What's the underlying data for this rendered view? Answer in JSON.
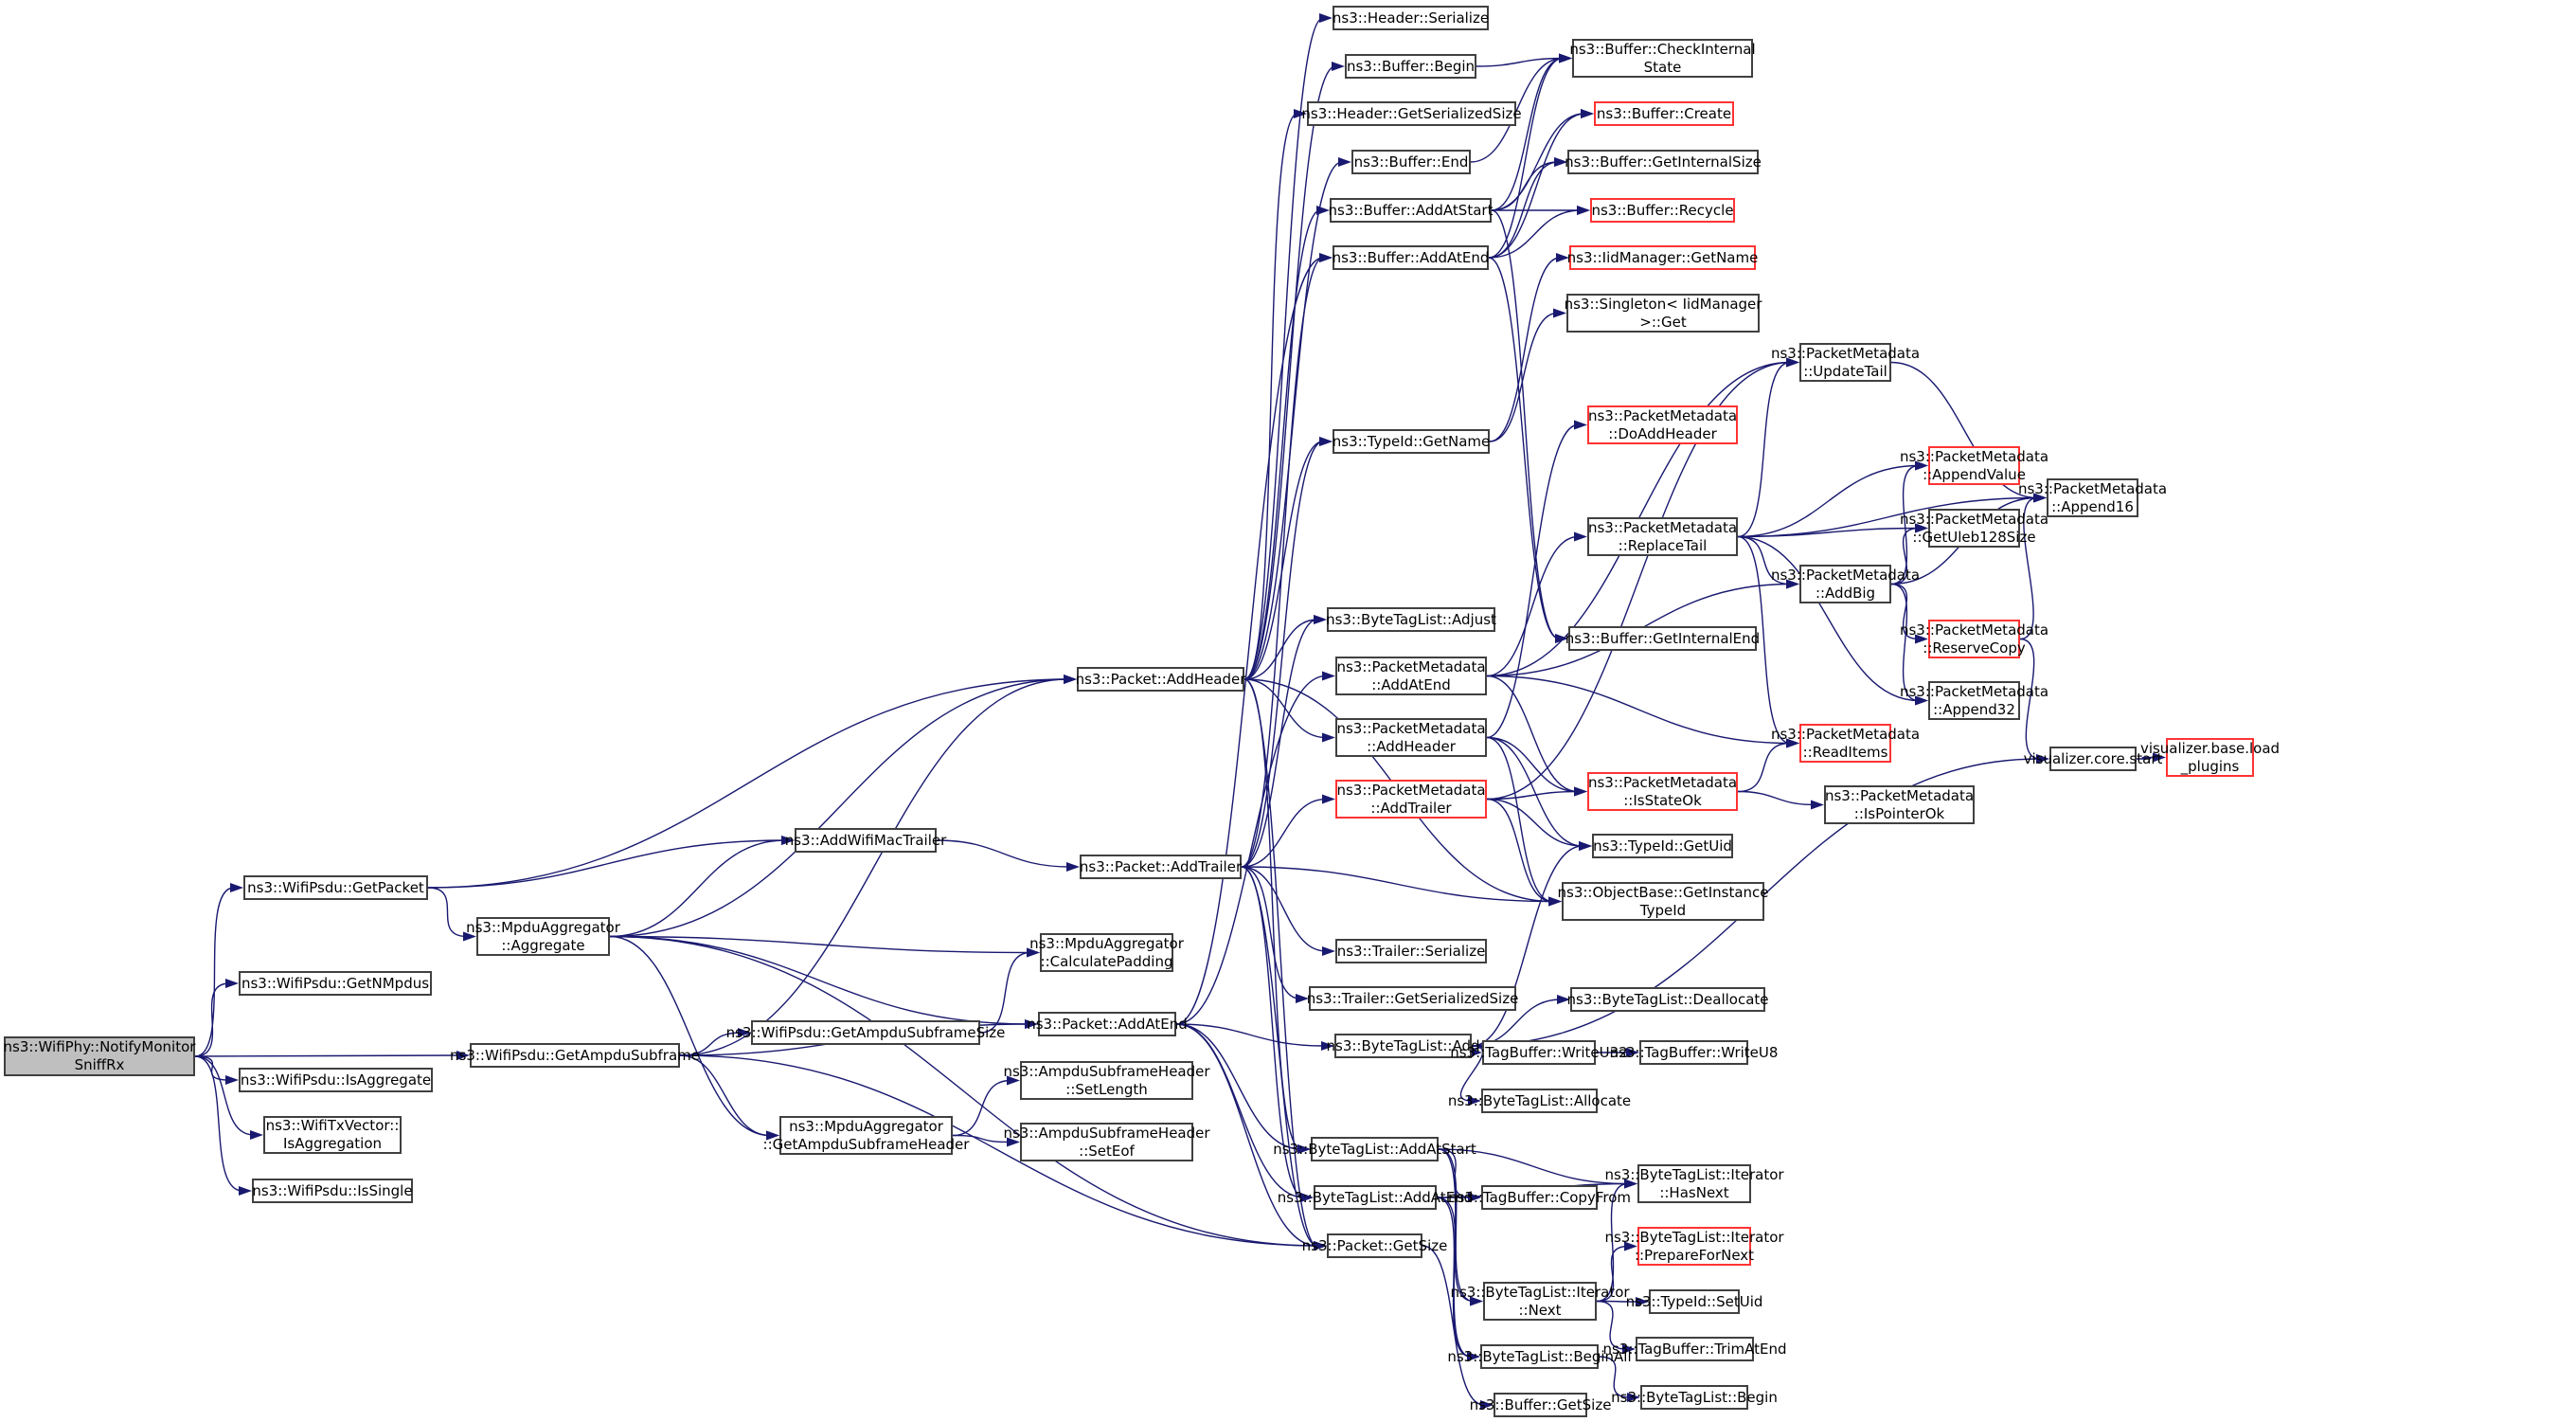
{
  "title": "ns3::WifiPhy::NotifyMonitorSniffRx call graph",
  "colors": {
    "edge": "#191970",
    "border": "#404040",
    "truncated_border": "#ff3333",
    "root_fill": "#bfbfbf"
  },
  "nodes": [
    {
      "id": "root",
      "label": "ns3::WifiPhy::NotifyMonitor\nSniffRx",
      "root": true
    },
    {
      "id": "getPacket",
      "label": "ns3::WifiPsdu::GetPacket"
    },
    {
      "id": "getNMpdus",
      "label": "ns3::WifiPsdu::GetNMpdus"
    },
    {
      "id": "getAmpduSubframe",
      "label": "ns3::WifiPsdu::GetAmpduSubframe"
    },
    {
      "id": "isAggregate",
      "label": "ns3::WifiPsdu::IsAggregate"
    },
    {
      "id": "isAggregation",
      "label": "ns3::WifiTxVector::\nIsAggregation"
    },
    {
      "id": "isSingle",
      "label": "ns3::WifiPsdu::IsSingle"
    },
    {
      "id": "aggregate",
      "label": "ns3::MpduAggregator\n::Aggregate"
    },
    {
      "id": "addWifiMacTrailer",
      "label": "ns3::AddWifiMacTrailer"
    },
    {
      "id": "getAmpduSubframeSize",
      "label": "ns3::WifiPsdu::GetAmpduSubframeSize"
    },
    {
      "id": "getAmpduSubframeHeader",
      "label": "ns3::MpduAggregator\n::GetAmpduSubframeHeader"
    },
    {
      "id": "pktAddHeader",
      "label": "ns3::Packet::AddHeader"
    },
    {
      "id": "pktAddTrailer",
      "label": "ns3::Packet::AddTrailer"
    },
    {
      "id": "calcPadding",
      "label": "ns3::MpduAggregator\n::CalculatePadding"
    },
    {
      "id": "pktAddAtEnd",
      "label": "ns3::Packet::AddAtEnd"
    },
    {
      "id": "setLength",
      "label": "ns3::AmpduSubframeHeader\n::SetLength"
    },
    {
      "id": "setEof",
      "label": "ns3::AmpduSubframeHeader\n::SetEof"
    },
    {
      "id": "hdrSerialize",
      "label": "ns3::Header::Serialize"
    },
    {
      "id": "bufBegin",
      "label": "ns3::Buffer::Begin"
    },
    {
      "id": "hdrGetSerSize",
      "label": "ns3::Header::GetSerializedSize"
    },
    {
      "id": "bufEnd",
      "label": "ns3::Buffer::End"
    },
    {
      "id": "bufAddAtStart",
      "label": "ns3::Buffer::AddAtStart"
    },
    {
      "id": "bufAddAtEnd",
      "label": "ns3::Buffer::AddAtEnd"
    },
    {
      "id": "typeGetName",
      "label": "ns3::TypeId::GetName"
    },
    {
      "id": "btlAdjust",
      "label": "ns3::ByteTagList::Adjust"
    },
    {
      "id": "pmAddAtEnd",
      "label": "ns3::PacketMetadata\n::AddAtEnd"
    },
    {
      "id": "pmAddHeader",
      "label": "ns3::PacketMetadata\n::AddHeader"
    },
    {
      "id": "pmAddTrailer",
      "label": "ns3::PacketMetadata\n::AddTrailer",
      "truncated": true
    },
    {
      "id": "trlSerialize",
      "label": "ns3::Trailer::Serialize"
    },
    {
      "id": "trlGetSerSize",
      "label": "ns3::Trailer::GetSerializedSize"
    },
    {
      "id": "btlAdd",
      "label": "ns3::ByteTagList::Add"
    },
    {
      "id": "btlAddAtStart",
      "label": "ns3::ByteTagList::AddAtStart"
    },
    {
      "id": "btlAddAtEnd",
      "label": "ns3::ByteTagList::AddAtEnd"
    },
    {
      "id": "pktGetSize",
      "label": "ns3::Packet::GetSize"
    },
    {
      "id": "bufCheck",
      "label": "ns3::Buffer::CheckInternal\nState"
    },
    {
      "id": "bufCreate",
      "label": "ns3::Buffer::Create",
      "truncated": true
    },
    {
      "id": "bufGetIntSize",
      "label": "ns3::Buffer::GetInternalSize"
    },
    {
      "id": "bufRecycle",
      "label": "ns3::Buffer::Recycle",
      "truncated": true
    },
    {
      "id": "iidGetName",
      "label": "ns3::IidManager::GetName",
      "truncated": true
    },
    {
      "id": "singletonGet",
      "label": "ns3::Singleton< IidManager\n>::Get"
    },
    {
      "id": "pmDoAddHeader",
      "label": "ns3::PacketMetadata\n::DoAddHeader",
      "truncated": true
    },
    {
      "id": "pmReplaceTail",
      "label": "ns3::PacketMetadata\n::ReplaceTail"
    },
    {
      "id": "bufGetIntEnd",
      "label": "ns3::Buffer::GetInternalEnd"
    },
    {
      "id": "pmIsStateOk",
      "label": "ns3::PacketMetadata\n::IsStateOk",
      "truncated": true
    },
    {
      "id": "typeGetUid",
      "label": "ns3::TypeId::GetUid"
    },
    {
      "id": "objGetInstTypeId",
      "label": "ns3::ObjectBase::GetInstance\nTypeId"
    },
    {
      "id": "btlDealloc",
      "label": "ns3::ByteTagList::Deallocate"
    },
    {
      "id": "tbWriteU32",
      "label": "ns3::TagBuffer::WriteU32"
    },
    {
      "id": "btlAlloc",
      "label": "ns3::ByteTagList::Allocate"
    },
    {
      "id": "tbCopyFrom",
      "label": "ns3::TagBuffer::CopyFrom"
    },
    {
      "id": "itNext",
      "label": "ns3::ByteTagList::Iterator\n::Next"
    },
    {
      "id": "btlBeginAll",
      "label": "ns3::ByteTagList::BeginAll"
    },
    {
      "id": "bufGetSize",
      "label": "ns3::Buffer::GetSize"
    },
    {
      "id": "pmUpdateTail",
      "label": "ns3::PacketMetadata\n::UpdateTail"
    },
    {
      "id": "pmAppendValue",
      "label": "ns3::PacketMetadata\n::AppendValue",
      "truncated": true
    },
    {
      "id": "pmGetUleb",
      "label": "ns3::PacketMetadata\n::GetUleb128Size"
    },
    {
      "id": "pmAddBig",
      "label": "ns3::PacketMetadata\n::AddBig"
    },
    {
      "id": "pmReserveCopy",
      "label": "ns3::PacketMetadata\n::ReserveCopy",
      "truncated": true
    },
    {
      "id": "pmAppend32",
      "label": "ns3::PacketMetadata\n::Append32"
    },
    {
      "id": "pmReadItems",
      "label": "ns3::PacketMetadata\n::ReadItems",
      "truncated": true
    },
    {
      "id": "pmIsPointerOk",
      "label": "ns3::PacketMetadata\n::IsPointerOk"
    },
    {
      "id": "tbWriteU8",
      "label": "ns3::TagBuffer::WriteU8"
    },
    {
      "id": "itHasNext",
      "label": "ns3::ByteTagList::Iterator\n::HasNext"
    },
    {
      "id": "itPrepare",
      "label": "ns3::ByteTagList::Iterator\n::PrepareForNext",
      "truncated": true
    },
    {
      "id": "typeSetUid",
      "label": "ns3::TypeId::SetUid"
    },
    {
      "id": "tbTrimAtEnd",
      "label": "ns3::TagBuffer::TrimAtEnd"
    },
    {
      "id": "btlBegin",
      "label": "ns3::ByteTagList::Begin"
    },
    {
      "id": "pmAppend16",
      "label": "ns3::PacketMetadata\n::Append16"
    },
    {
      "id": "vizStart",
      "label": "visualizer.core.start"
    },
    {
      "id": "vizLoad",
      "label": "visualizer.base.load\n_plugins",
      "truncated": true
    }
  ],
  "edges": [
    [
      "root",
      "getPacket"
    ],
    [
      "root",
      "getNMpdus"
    ],
    [
      "root",
      "getAmpduSubframe"
    ],
    [
      "root",
      "isAggregate"
    ],
    [
      "root",
      "isAggregation"
    ],
    [
      "root",
      "isSingle"
    ],
    [
      "getPacket",
      "pktAddHeader"
    ],
    [
      "getPacket",
      "aggregate"
    ],
    [
      "getPacket",
      "addWifiMacTrailer"
    ],
    [
      "aggregate",
      "pktAddHeader"
    ],
    [
      "aggregate",
      "addWifiMacTrailer"
    ],
    [
      "aggregate",
      "calcPadding"
    ],
    [
      "aggregate",
      "pktAddAtEnd"
    ],
    [
      "aggregate",
      "getAmpduSubframeHeader"
    ],
    [
      "aggregate",
      "pktGetSize"
    ],
    [
      "getAmpduSubframe",
      "pktAddHeader"
    ],
    [
      "getAmpduSubframe",
      "getAmpduSubframeSize"
    ],
    [
      "getAmpduSubframe",
      "getAmpduSubframeHeader"
    ],
    [
      "getAmpduSubframe",
      "pktAddAtEnd"
    ],
    [
      "getAmpduSubframe",
      "pktGetSize"
    ],
    [
      "addWifiMacTrailer",
      "pktAddTrailer"
    ],
    [
      "getAmpduSubframeSize",
      "calcPadding"
    ],
    [
      "getAmpduSubframeHeader",
      "setLength"
    ],
    [
      "getAmpduSubframeHeader",
      "setEof"
    ],
    [
      "pktAddHeader",
      "hdrSerialize"
    ],
    [
      "pktAddHeader",
      "bufBegin"
    ],
    [
      "pktAddHeader",
      "hdrGetSerSize"
    ],
    [
      "pktAddHeader",
      "bufEnd"
    ],
    [
      "pktAddHeader",
      "bufAddAtStart"
    ],
    [
      "pktAddHeader",
      "typeGetName"
    ],
    [
      "pktAddHeader",
      "btlAdjust"
    ],
    [
      "pktAddHeader",
      "pmAddHeader"
    ],
    [
      "pktAddHeader",
      "objGetInstTypeId"
    ],
    [
      "pktAddHeader",
      "pktGetSize"
    ],
    [
      "pktAddHeader",
      "btlAddAtStart"
    ],
    [
      "pktAddTrailer",
      "bufAddAtEnd"
    ],
    [
      "pktAddTrailer",
      "typeGetName"
    ],
    [
      "pktAddTrailer",
      "btlAdjust"
    ],
    [
      "pktAddTrailer",
      "pmAddTrailer"
    ],
    [
      "pktAddTrailer",
      "objGetInstTypeId"
    ],
    [
      "pktAddTrailer",
      "trlSerialize"
    ],
    [
      "pktAddTrailer",
      "trlGetSerSize"
    ],
    [
      "pktAddTrailer",
      "btlAddAtEnd"
    ],
    [
      "pktAddTrailer",
      "pktGetSize"
    ],
    [
      "pktAddAtEnd",
      "bufAddAtEnd"
    ],
    [
      "pktAddAtEnd",
      "pmAddAtEnd"
    ],
    [
      "pktAddAtEnd",
      "btlAdd"
    ],
    [
      "pktAddAtEnd",
      "btlAddAtStart"
    ],
    [
      "pktAddAtEnd",
      "btlAddAtEnd"
    ],
    [
      "pktAddAtEnd",
      "pktGetSize"
    ],
    [
      "bufBegin",
      "bufCheck"
    ],
    [
      "bufEnd",
      "bufCheck"
    ],
    [
      "bufAddAtStart",
      "bufCheck"
    ],
    [
      "bufAddAtStart",
      "bufCreate"
    ],
    [
      "bufAddAtStart",
      "bufGetIntSize"
    ],
    [
      "bufAddAtStart",
      "bufRecycle"
    ],
    [
      "bufAddAtStart",
      "bufGetIntEnd"
    ],
    [
      "bufAddAtEnd",
      "bufCheck"
    ],
    [
      "bufAddAtEnd",
      "bufCreate"
    ],
    [
      "bufAddAtEnd",
      "bufGetIntSize"
    ],
    [
      "bufAddAtEnd",
      "bufRecycle"
    ],
    [
      "bufAddAtEnd",
      "bufGetIntEnd"
    ],
    [
      "typeGetName",
      "iidGetName"
    ],
    [
      "typeGetName",
      "singletonGet"
    ],
    [
      "pmAddAtEnd",
      "pmUpdateTail"
    ],
    [
      "pmAddAtEnd",
      "pmReplaceTail"
    ],
    [
      "pmAddAtEnd",
      "pmAddBig"
    ],
    [
      "pmAddAtEnd",
      "pmIsStateOk"
    ],
    [
      "pmAddAtEnd",
      "pmReadItems"
    ],
    [
      "pmAddHeader",
      "pmDoAddHeader"
    ],
    [
      "pmAddHeader",
      "pmIsStateOk"
    ],
    [
      "pmAddHeader",
      "typeGetUid"
    ],
    [
      "pmAddHeader",
      "objGetInstTypeId"
    ],
    [
      "pmAddTrailer",
      "pmUpdateTail"
    ],
    [
      "pmAddTrailer",
      "pmIsStateOk"
    ],
    [
      "pmAddTrailer",
      "typeGetUid"
    ],
    [
      "pmAddTrailer",
      "objGetInstTypeId"
    ],
    [
      "pmReplaceTail",
      "pmUpdateTail"
    ],
    [
      "pmReplaceTail",
      "pmAppend16"
    ],
    [
      "pmReplaceTail",
      "pmAppendValue"
    ],
    [
      "pmReplaceTail",
      "pmGetUleb"
    ],
    [
      "pmReplaceTail",
      "pmAddBig"
    ],
    [
      "pmReplaceTail",
      "pmAppend32"
    ],
    [
      "pmReplaceTail",
      "pmReadItems"
    ],
    [
      "pmIsStateOk",
      "pmReadItems"
    ],
    [
      "pmIsStateOk",
      "pmIsPointerOk"
    ],
    [
      "pmUpdateTail",
      "pmAppend16"
    ],
    [
      "pmAddBig",
      "pmAppendValue"
    ],
    [
      "pmAddBig",
      "pmGetUleb"
    ],
    [
      "pmAddBig",
      "pmAppend16"
    ],
    [
      "pmAddBig",
      "pmReserveCopy"
    ],
    [
      "pmAddBig",
      "pmAppend32"
    ],
    [
      "pmReserveCopy",
      "pmAppend16"
    ],
    [
      "pmReserveCopy",
      "vizStart"
    ],
    [
      "vizStart",
      "vizLoad"
    ],
    [
      "btlAdd",
      "btlDealloc"
    ],
    [
      "btlAdd",
      "tbWriteU32"
    ],
    [
      "btlAdd",
      "btlAlloc"
    ],
    [
      "btlAdd",
      "typeGetUid"
    ],
    [
      "btlAdd",
      "vizStart"
    ],
    [
      "tbWriteU32",
      "tbWriteU8"
    ],
    [
      "btlAddAtStart",
      "itHasNext"
    ],
    [
      "btlAddAtStart",
      "tbCopyFrom"
    ],
    [
      "btlAddAtStart",
      "itNext"
    ],
    [
      "btlAddAtStart",
      "btlBeginAll"
    ],
    [
      "btlAddAtEnd",
      "tbCopyFrom"
    ],
    [
      "btlAddAtEnd",
      "itHasNext"
    ],
    [
      "btlAddAtEnd",
      "itNext"
    ],
    [
      "btlAddAtEnd",
      "btlBeginAll"
    ],
    [
      "pktGetSize",
      "bufGetSize"
    ],
    [
      "itNext",
      "itHasNext"
    ],
    [
      "itNext",
      "itPrepare"
    ],
    [
      "itNext",
      "typeSetUid"
    ],
    [
      "itNext",
      "tbTrimAtEnd"
    ],
    [
      "btlBeginAll",
      "btlBegin"
    ]
  ]
}
